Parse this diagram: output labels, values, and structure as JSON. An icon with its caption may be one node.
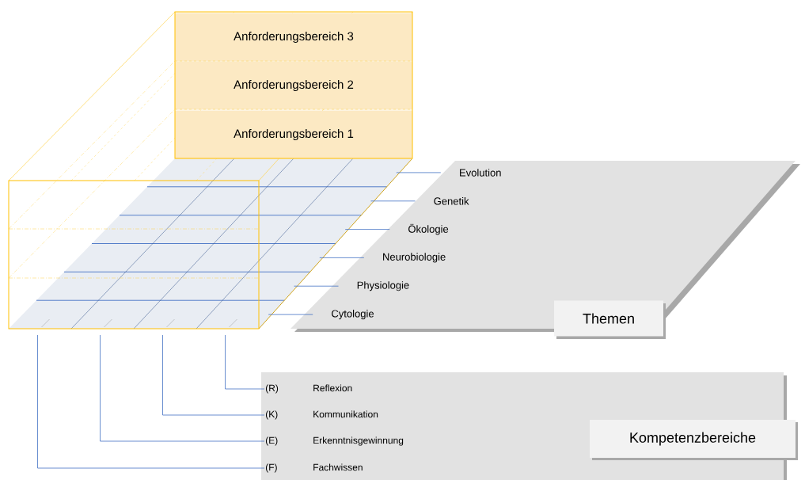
{
  "diagram": {
    "nodes": [
      {
        "text": [
          "Anforderungsbereich 3"
        ]
      },
      {
        "text": [
          "Anforderungsbereich 2"
        ]
      },
      {
        "text": [
          "Anforderungsbereich 1"
        ]
      },
      {
        "text": [
          "Themen"
        ]
      },
      {
        "text": [
          "Evolution"
        ],
        "in": 3
      },
      {
        "text": [
          "Genetik"
        ],
        "in": 3
      },
      {
        "text": [
          "Ökologie"
        ],
        "in": 3
      },
      {
        "text": [
          "Neurobiologie"
        ],
        "in": 3
      },
      {
        "text": [
          "Physiologie"
        ],
        "in": 3
      },
      {
        "text": [
          "Cytologie"
        ],
        "in": 3
      },
      {
        "text": [
          "Kompetenzbereiche"
        ]
      },
      {
        "text": [
          "(R)",
          "Reflexion"
        ],
        "in": 10
      },
      {
        "text": [
          "(K)",
          "Kommunikation"
        ],
        "in": 10
      },
      {
        "text": [
          "(E)",
          "Erkenntnisgewinnung"
        ],
        "in": 10
      },
      {
        "text": [
          "(F)",
          "Fachwissen"
        ],
        "in": 10
      }
    ],
    "edges": [
      {
        "from": 4,
        "to": null,
        "arrow": "none"
      },
      {
        "from": 5,
        "to": null,
        "arrow": "none"
      },
      {
        "from": 6,
        "to": null,
        "arrow": "none"
      },
      {
        "from": 7,
        "to": null,
        "arrow": "none"
      },
      {
        "from": 8,
        "to": null,
        "arrow": "none"
      },
      {
        "from": 9,
        "to": null,
        "arrow": "none"
      },
      {
        "from": 11,
        "to": null,
        "arrow": "none"
      },
      {
        "from": 12,
        "to": null,
        "arrow": "none"
      },
      {
        "from": 13,
        "to": null,
        "arrow": "none"
      },
      {
        "from": 14,
        "to": null,
        "arrow": "none"
      }
    ]
  }
}
